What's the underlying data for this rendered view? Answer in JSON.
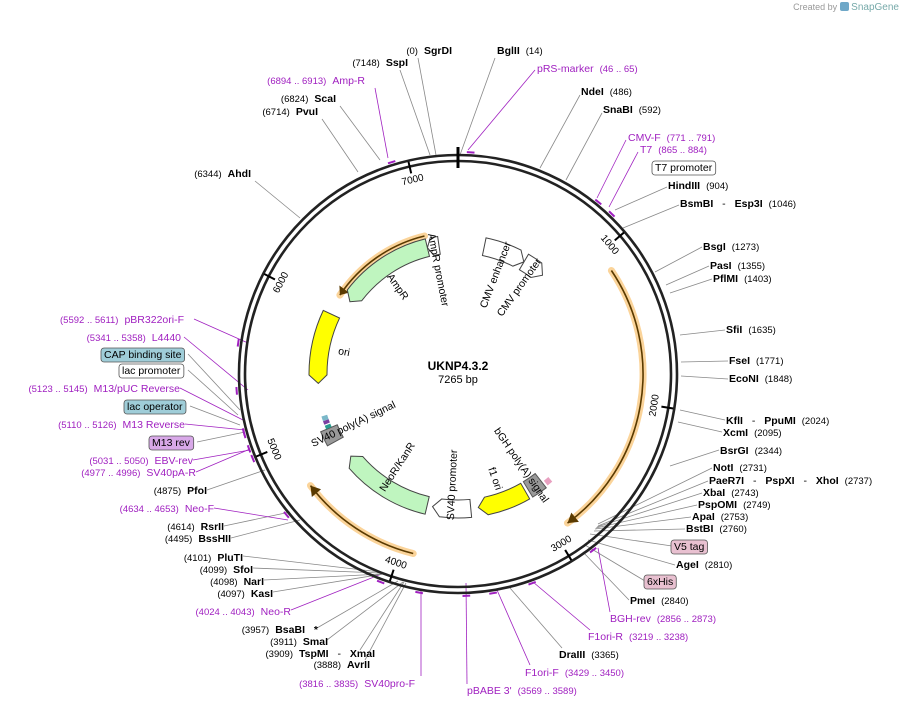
{
  "credit": {
    "prefix": "Created by",
    "brand": "SnapGene"
  },
  "plasmid": {
    "name": "UKNP4.3.2",
    "length_label": "7265 bp",
    "length": 7265
  },
  "colors": {
    "primer": "#a020c0",
    "backbone": "#222222",
    "enzyme": "#000000",
    "orange": "#f5a623",
    "green": "#bff5bf",
    "yellow": "#ffff00"
  },
  "ticks": [
    {
      "label": "1000",
      "bp": 1000
    },
    {
      "label": "2000",
      "bp": 2000
    },
    {
      "label": "3000",
      "bp": 3000
    },
    {
      "label": "4000",
      "bp": 4000
    },
    {
      "label": "5000",
      "bp": 5000
    },
    {
      "label": "6000",
      "bp": 6000
    },
    {
      "label": "7000",
      "bp": 7000
    }
  ],
  "features": [
    {
      "label": "CMV enhancer",
      "start": 235,
      "end": 614,
      "type": "arrow",
      "color": "#ffffff",
      "dir": 1
    },
    {
      "label": "CMV promoter",
      "start": 615,
      "end": 818,
      "type": "arrow",
      "color": "#ffffff",
      "dir": 1
    },
    {
      "label": "f1 ori",
      "start": 3030,
      "end": 3458,
      "type": "arrow",
      "color": "#ffff00",
      "dir": 1
    },
    {
      "label": "SV40 promoter",
      "start": 3523,
      "end": 3852,
      "type": "arrow",
      "color": "#ffffff",
      "dir": 1
    },
    {
      "label": "NeoR/KanR",
      "start": 3899,
      "end": 4693,
      "type": "arrow",
      "color": "#bff5bf",
      "dir": 1
    },
    {
      "label": "SV40 poly(A) signal",
      "start": 4867,
      "end": 4988,
      "type": "box",
      "color": "#999999",
      "dir": 0
    },
    {
      "label": "bGH poly(A) signal",
      "start": 2870,
      "end": 3002,
      "type": "box",
      "color": "#999999",
      "dir": 0
    },
    {
      "label": "ori",
      "start": 5371,
      "end": 5959,
      "type": "arrow",
      "color": "#ffff00",
      "dir": -1
    },
    {
      "label": "AmpR",
      "start": 6130,
      "end": 6990,
      "type": "arrow",
      "color": "#bff5bf",
      "dir": -1
    },
    {
      "label": "AmpR promoter",
      "start": 6991,
      "end": 7095,
      "type": "arrow",
      "color": "#ffffff",
      "dir": -1
    }
  ],
  "orfs": [
    {
      "start": 1130,
      "end": 2900,
      "dir": 1
    },
    {
      "start": 3915,
      "end": 4700,
      "dir": 1
    },
    {
      "start": 6130,
      "end": 6990,
      "dir": -1
    }
  ],
  "small_features": [
    {
      "start": 4990,
      "end": 5020,
      "color": "#2a9d8f"
    },
    {
      "start": 5030,
      "end": 5060,
      "color": "#7b3fa0"
    },
    {
      "start": 5060,
      "end": 5100,
      "color": "#7bb8c9"
    },
    {
      "start": 2800,
      "end": 2850,
      "color": "#e8a0c0"
    }
  ],
  "labels": {
    "SgrDI": {
      "pos": "(0)",
      "name": "SgrDI"
    },
    "BglII": {
      "pos": "(14)",
      "name": "BglII"
    },
    "SspI": {
      "pos": "(7148)",
      "name": "SspI"
    },
    "AmpR_p": {
      "pos": "(6894 .. 6913)",
      "name": "Amp-R"
    },
    "ScaI": {
      "pos": "(6824)",
      "name": "ScaI"
    },
    "PvuI": {
      "pos": "(6714)",
      "name": "PvuI"
    },
    "AhdI": {
      "pos": "(6344)",
      "name": "AhdI"
    },
    "pRS": {
      "name": "pRS-marker",
      "pos": "(46 .. 65)"
    },
    "NdeI": {
      "name": "NdeI",
      "pos": "(486)"
    },
    "SnaBI": {
      "name": "SnaBI",
      "pos": "(592)"
    },
    "CMVF": {
      "name": "CMV-F",
      "pos": "(771 .. 791)"
    },
    "T7p": {
      "name": "T7",
      "pos": "(865 .. 884)"
    },
    "T7prom": {
      "name": "T7 promoter"
    },
    "HindIII": {
      "name": "HindIII",
      "pos": "(904)"
    },
    "BsmBI": {
      "name": "BsmBI",
      "sep": "-",
      "name2": "Esp3I",
      "pos": "(1046)"
    },
    "BsgI": {
      "name": "BsgI",
      "pos": "(1273)"
    },
    "PasI": {
      "name": "PasI",
      "pos": "(1355)"
    },
    "PflMI": {
      "name": "PflMI",
      "pos": "(1403)"
    },
    "SfiI": {
      "name": "SfiI",
      "pos": "(1635)"
    },
    "FseI": {
      "name": "FseI",
      "pos": "(1771)"
    },
    "EcoNI": {
      "name": "EcoNI",
      "pos": "(1848)"
    },
    "KflI": {
      "name": "KflI",
      "sep": "-",
      "name2": "PpuMI",
      "pos": "(2024)"
    },
    "XcmI": {
      "name": "XcmI",
      "pos": "(2095)"
    },
    "BsrGI": {
      "name": "BsrGI",
      "pos": "(2344)"
    },
    "NotI": {
      "name": "NotI",
      "pos": "(2731)"
    },
    "PaeR7I": {
      "name": "PaeR7I",
      "sep": "-",
      "name2": "PspXI",
      "sep2": "-",
      "name3": "XhoI",
      "pos": "(2737)"
    },
    "XbaI": {
      "name": "XbaI",
      "pos": "(2743)"
    },
    "PspOMI": {
      "name": "PspOMI",
      "pos": "(2749)"
    },
    "ApaI": {
      "name": "ApaI",
      "pos": "(2753)"
    },
    "BstBI": {
      "name": "BstBI",
      "pos": "(2760)"
    },
    "V5": {
      "name": "V5 tag"
    },
    "AgeI": {
      "name": "AgeI",
      "pos": "(2810)"
    },
    "His": {
      "name": "6xHis"
    },
    "PmeI": {
      "name": "PmeI",
      "pos": "(2840)"
    },
    "BGHrev": {
      "name": "BGH-rev",
      "pos": "(2856 .. 2873)"
    },
    "F1oriR": {
      "name": "F1ori-R",
      "pos": "(3219 .. 3238)"
    },
    "DraIII": {
      "name": "DraIII",
      "pos": "(3365)"
    },
    "F1oriF": {
      "name": "F1ori-F",
      "pos": "(3429 .. 3450)"
    },
    "pBABE": {
      "name": "pBABE 3'",
      "pos": "(3569 .. 3589)"
    },
    "SV40pro": {
      "pos": "(3816 .. 3835)",
      "name": "SV40pro-F"
    },
    "AvrII": {
      "pos": "(3888)",
      "name": "AvrII"
    },
    "TspMI": {
      "pos": "(3909)",
      "name": "TspMI",
      "sep": "-",
      "name2": "XmaI"
    },
    "SmaI": {
      "pos": "(3911)",
      "name": "SmaI"
    },
    "BsaBI": {
      "pos": "(3957)",
      "name": "BsaBI",
      "star": "*"
    },
    "NeoR_p": {
      "pos": "(4024 .. 4043)",
      "name": "Neo-R"
    },
    "KasI": {
      "pos": "(4097)",
      "name": "KasI"
    },
    "NarI": {
      "pos": "(4098)",
      "name": "NarI"
    },
    "SfoI": {
      "pos": "(4099)",
      "name": "SfoI"
    },
    "PluTI": {
      "pos": "(4101)",
      "name": "PluTI"
    },
    "BssHII": {
      "pos": "(4495)",
      "name": "BssHII"
    },
    "RsrII": {
      "pos": "(4614)",
      "name": "RsrII"
    },
    "NeoF": {
      "pos": "(4634 .. 4653)",
      "name": "Neo-F"
    },
    "PfoI": {
      "pos": "(4875)",
      "name": "PfoI"
    },
    "SV40pA": {
      "pos": "(4977 .. 4996)",
      "name": "SV40pA-R"
    },
    "EBV": {
      "pos": "(5031 .. 5050)",
      "name": "EBV-rev"
    },
    "M13rev": {
      "name": "M13 rev"
    },
    "M13Reverse": {
      "pos": "(5110 .. 5126)",
      "name": "M13 Reverse"
    },
    "lacop": {
      "name": "lac operator"
    },
    "M13pUC": {
      "pos": "(5123 .. 5145)",
      "name": "M13/pUC Reverse"
    },
    "lacprom": {
      "name": "lac promoter"
    },
    "CAP": {
      "name": "CAP binding site"
    },
    "L4440": {
      "pos": "(5341 .. 5358)",
      "name": "L4440"
    },
    "pBR322": {
      "pos": "(5592 .. 5611)",
      "name": "pBR322ori-F"
    }
  }
}
